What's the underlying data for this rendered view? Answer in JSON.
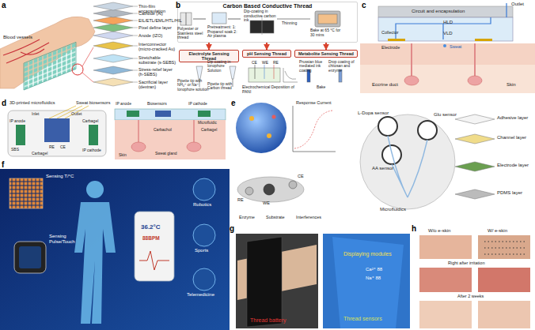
{
  "diagram": {
    "nodes": [
      {
        "text": [
          "Carbon Based Conductive Thread"
        ]
      },
      {
        "text": [
          "Electrolyte Sensing Thread"
        ]
      },
      {
        "text": [
          "pH Sensing Thread"
        ]
      },
      {
        "text": [
          "Metabolite Sensing Thread"
        ]
      }
    ],
    "edges": [
      {
        "from": 0,
        "to": 1,
        "arrow": "to"
      },
      {
        "from": 0,
        "to": 2,
        "arrow": "to"
      },
      {
        "from": 0,
        "to": 3,
        "arrow": "to"
      }
    ],
    "labels": [
      "a",
      "Blood vessels",
      "Thin-film encapsulation",
      "Cathode (Al)",
      "EIL/ETL/EML/HTL/HIL",
      "Pixel define layer",
      "Anode (IZO)",
      "Interconnector (micro-cracked Au)",
      "Stretchable substrate (s-SEBS)",
      "Stress-relief layer (h-SEBS)",
      "Sacrificial layer (dextran)",
      "b",
      "Polyester or Stainless steel thread",
      "Pretreatment: 1: Propanol soak 2: Air plasma",
      "Dip-coating in conductive carbon ink",
      "Thinning",
      "Bake at 65 °C for 30 mins",
      "Pipette tip with NH₄⁺ or Na⁺ Ionophore solution",
      "Dip-coating in Ionophore Solution",
      "Pipette tip with Carbon thread",
      "CE",
      "WE",
      "RE",
      "Electrochemical Deposition of PANI",
      "Prussian blue mediated ink coating",
      "Drop coating of chitosan and enzyme",
      "Bake",
      "c",
      "Circuit and encapsulation",
      "Outlet",
      "HLD",
      "VLD",
      "Collector",
      "Sweat",
      "Electrode",
      "Eccrine duct",
      "Skin",
      "d",
      "3D-printed microfluidics",
      "Sweat biosensors",
      "Inlet",
      "RE",
      "IP anode",
      "IP cathode",
      "Carbagel",
      "SBS",
      "Carbagel",
      "CE",
      "Outlet",
      "IP anode",
      "Biosensors",
      "IP cathode",
      "Microfluidic",
      "Carbagel",
      "Carbachol",
      "Sweat gland",
      "Skin",
      "e",
      "Response Current",
      "Enzyme",
      "Substrate",
      "Interferences",
      "RE",
      "WE",
      "CE",
      "L-Dopa sensor",
      "AA sensor",
      "Glu sensor",
      "Microfluidics",
      "Adhesive layer",
      "Channel layer",
      "Electrode layer",
      "PDMS layer",
      "f",
      "Sensing T/°C",
      "Sensing Pulse/Touch",
      "Robotics",
      "Sports",
      "Telemedicine",
      "36.2°C",
      "88BPM",
      "g",
      "Thread battery",
      "Displaying modules",
      "Ca²⁺ 88",
      "Na⁺ 88",
      "Thread sensors",
      "h",
      "W/o e-skin",
      "W/ e-skin",
      "Right after irritation",
      "After 2 weeks"
    ]
  }
}
